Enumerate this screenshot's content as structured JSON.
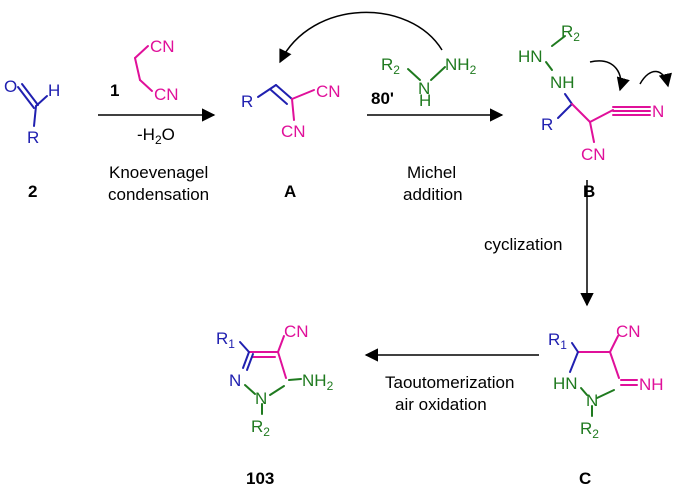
{
  "colors": {
    "aldehyde": "#2020b0",
    "malononitrile": "#e0109a",
    "hydrazine": "#1f7a1f",
    "text": "#000000"
  },
  "compounds": {
    "aldehyde": {
      "number": "2",
      "atoms": {
        "o": "O",
        "h": "H",
        "r": "R"
      }
    },
    "malononitrile": {
      "number": "1",
      "cn_top": "CN",
      "cn_bottom": "CN"
    },
    "intermediate_a": {
      "label": "A",
      "r": "R",
      "cn_top": "CN",
      "cn_bottom": "CN"
    },
    "hydrazine": {
      "r": "R",
      "r_sub": "2",
      "n1": "N",
      "h": "H",
      "nh": "NH",
      "nh_sub": "2"
    },
    "intermediate_b": {
      "label": "B",
      "hn": "HN",
      "r": "R",
      "r_sub": "2",
      "nh": "NH",
      "r_chain": "R",
      "cn": "CN",
      "n": "N"
    },
    "intermediate_c": {
      "label": "C",
      "r": "R",
      "r_sub": "1",
      "cn": "CN",
      "hn": "HN",
      "n": "N",
      "nh": "NH",
      "rb": "R",
      "rb_sub": "2"
    },
    "product": {
      "label": "103",
      "r": "R",
      "r_sub": "1",
      "cn": "CN",
      "n1": "N",
      "n2": "N",
      "nh": "NH",
      "nh_sub": "2",
      "rb": "R",
      "rb_sub": "2"
    }
  },
  "arrows": {
    "step1": {
      "reagent": "1",
      "minus": "-H",
      "minus_sub": "2",
      "minus_o": "O",
      "name_line1": "Knoevenagel",
      "name_line2": "condensation"
    },
    "step2": {
      "temp": "80'",
      "name_line1": "Michel",
      "name_line2": "addition"
    },
    "step3": {
      "name": "cyclization"
    },
    "step4": {
      "name_line1": "Taoutomerization",
      "name_line2": "air oxidation"
    }
  }
}
